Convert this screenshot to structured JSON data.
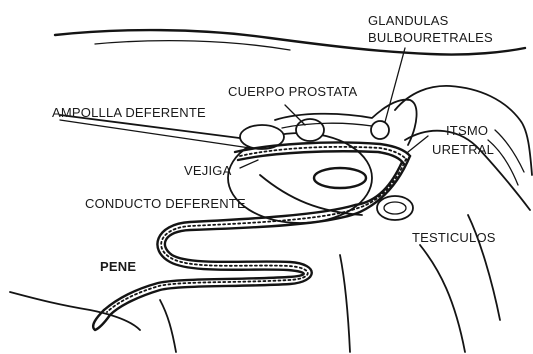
{
  "labels": {
    "glandulas": "GLANDULAS",
    "bulbouretrales": "BULBOURETRALES",
    "cuerpo_prostata": "CUERPO PROSTATA",
    "ampollla_deferente": "AMPOLLLA DEFERENTE",
    "itsmo": "ITSMO",
    "uretral": "URETRAL",
    "vejiga": "VEJIGA",
    "conducto_deferente": "CONDUCTO DEFERENTE",
    "testiculos": "TESTICULOS",
    "pene": "PENE"
  },
  "colors": {
    "ink": "#141414",
    "background": "#ffffff"
  }
}
